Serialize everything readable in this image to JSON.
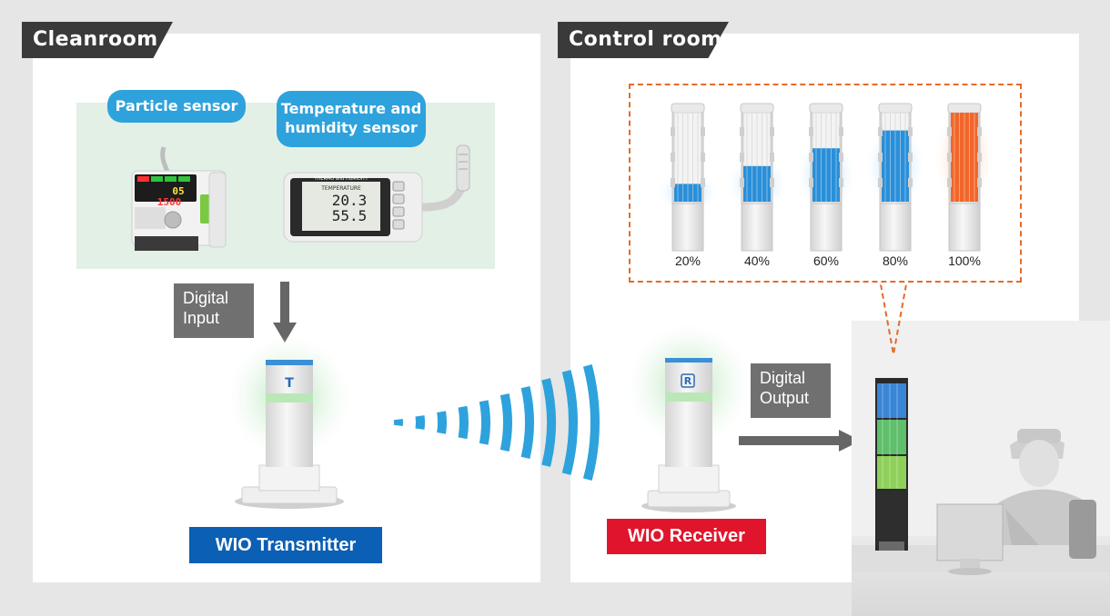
{
  "cleanroom": {
    "title": "Cleanroom",
    "particle_sensor_label": "Particle sensor",
    "temp_humidity_label": "Temperature and\nhumidity sensor",
    "particle_display": {
      "top": "05",
      "bottom": "1500"
    },
    "temp_display": {
      "header": "TEMPERATURE",
      "line1": "20.3",
      "line2": "55.5",
      "brand": "THERMO and HUMIDITY"
    },
    "digital_input_label": "Digital\nInput",
    "transmitter_label": "WIO Transmitter",
    "transmitter_letter": "T"
  },
  "control_room": {
    "title": "Control room",
    "digital_output_label": "Digital\nOutput",
    "receiver_label": "WIO Receiver",
    "receiver_letter": "R",
    "levels": [
      {
        "label": "20%",
        "value": 20
      },
      {
        "label": "40%",
        "value": 40
      },
      {
        "label": "60%",
        "value": 60
      },
      {
        "label": "80%",
        "value": 80
      },
      {
        "label": "100%",
        "value": 100
      }
    ]
  },
  "colors": {
    "tab_bg": "#3a3a3a",
    "bubble": "#2ea2dc",
    "transmitter": "#0b5fb4",
    "receiver": "#e0152b",
    "signal": "#2ea2dc",
    "level_blue": "#2a8fd8",
    "level_orange": "#f2662a",
    "dashed_border": "#e56b28"
  }
}
